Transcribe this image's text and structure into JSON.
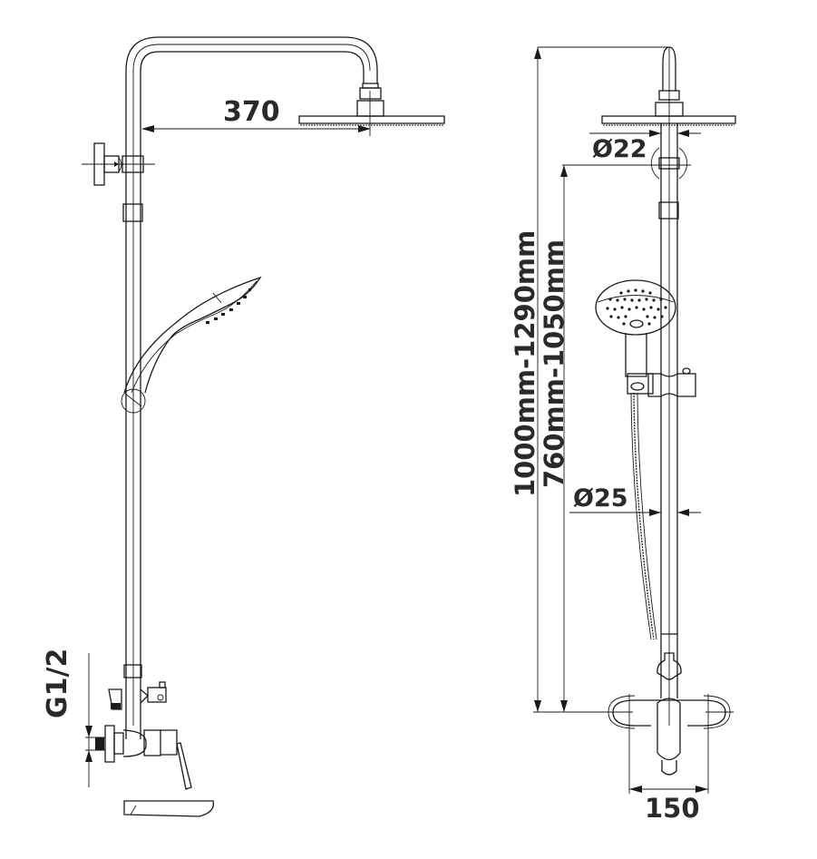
{
  "drawing": {
    "title": "Shower column technical drawing",
    "views": [
      "side-view",
      "front-view"
    ],
    "line_color": "#1a1a1a",
    "text_color": "#2a2a2a",
    "background": "#ffffff"
  },
  "side_view": {
    "arm_reach_label": "370",
    "inlet_thread_label": "G1/2"
  },
  "front_view": {
    "head_pipe_diameter_label": "Ø22",
    "rail_diameter_label": "Ø25",
    "total_height_label": "1000mm-1290mm",
    "mixer_height_label": "760mm-1050mm",
    "mixer_width_label": "150"
  }
}
